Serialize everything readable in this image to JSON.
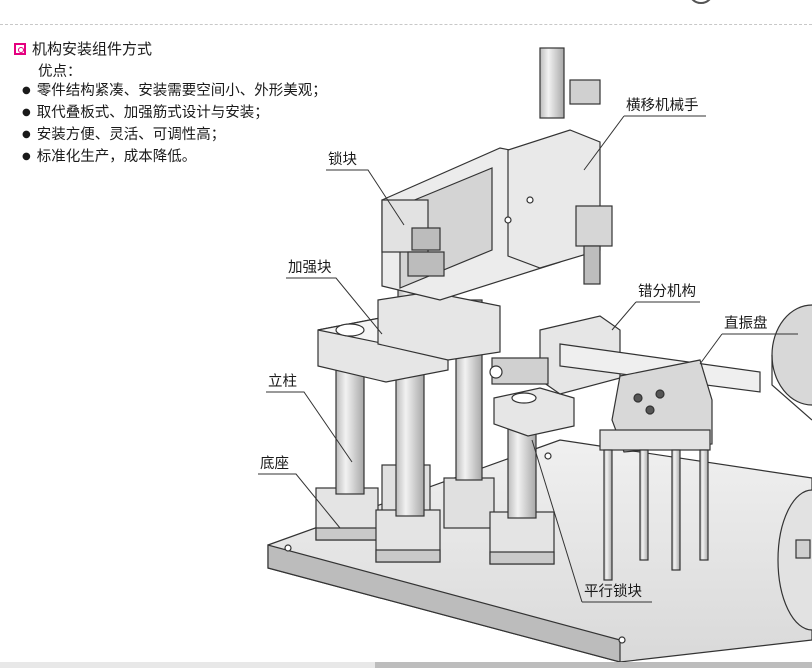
{
  "section": {
    "title": "机构安装组件方式",
    "advantages_label": "优点：",
    "advantages": [
      "零件结构紧凑、安装需要空间小、外形美观；",
      "取代叠板式、加强筋式设计与安装；",
      "安装方便、灵活、可调性高；",
      "标准化生产，成本降低。"
    ]
  },
  "callouts": {
    "lock_block": "锁块",
    "reinforce_block": "加强块",
    "column": "立柱",
    "base": "底座",
    "traverse_manipulator": "横移机械手",
    "separating_mechanism": "错分机构",
    "linear_feeder": "直振盘",
    "parallel_lock_block": "平行锁块"
  },
  "colors": {
    "accent": "#e4007f",
    "metal_light": "#e9e9e9",
    "metal_mid": "#cfcfcf",
    "metal_dark": "#9a9a9a",
    "line": "#333333"
  }
}
